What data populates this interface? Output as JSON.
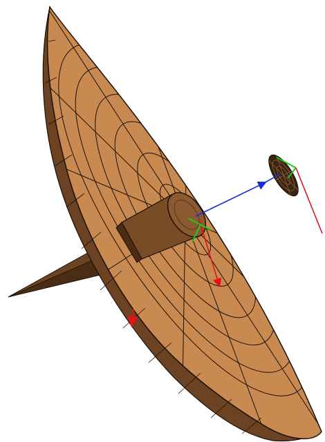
{
  "scene": {
    "background": "#ffffff",
    "colors": {
      "dish_surface": "#c98a51",
      "dish_rim_shade": "#6b4322",
      "dish_outline": "#1a0f07",
      "feed_horn": "#7a4c26",
      "feed_horn_dark": "#4b2d14",
      "axis_x": "#e0141a",
      "axis_y": "#22c51f",
      "axis_z": "#1a2bd9"
    },
    "objects": [
      "parabolic-reflector-dish",
      "feed-horn-cone",
      "sub-reflector",
      "support-strut",
      "frame-axes"
    ]
  }
}
